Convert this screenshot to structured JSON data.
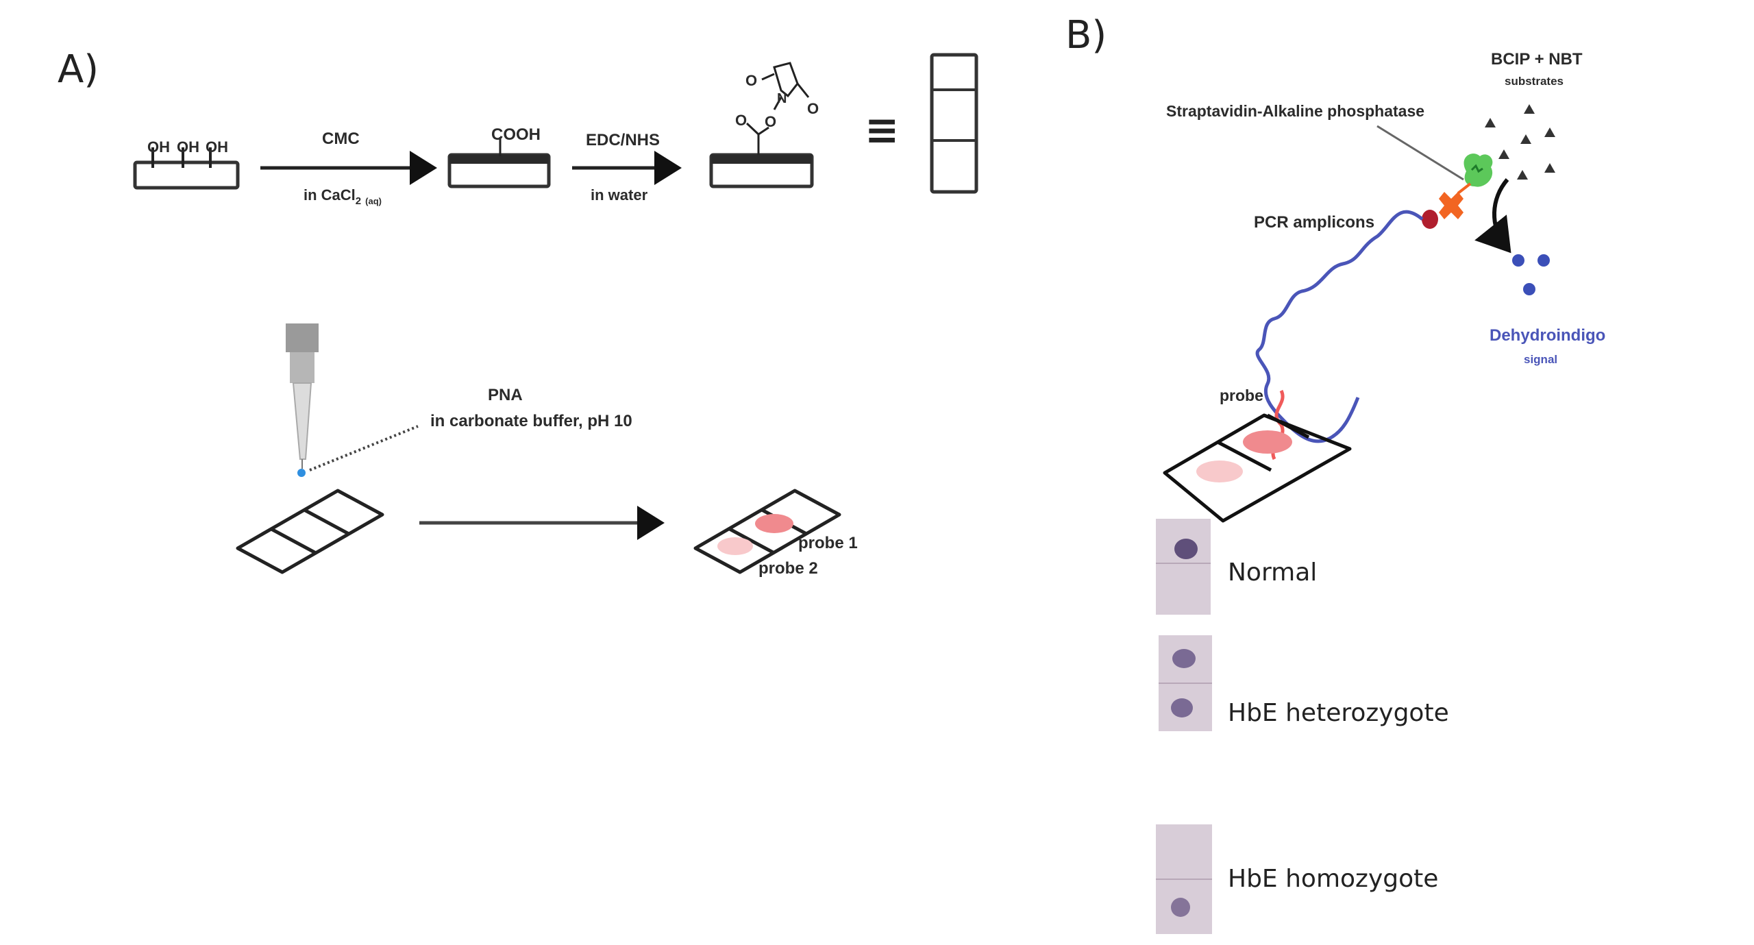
{
  "panels": {
    "a": {
      "label": "A)",
      "surface_groups": [
        "OH",
        "OH",
        "OH"
      ],
      "step1": {
        "reagent": "CMC",
        "condition": "in CaCl",
        "subscript": "2",
        "phase": "(aq)"
      },
      "carboxyl_group": "COOH",
      "step2": {
        "reagent": "EDC/NHS",
        "condition": "in water"
      },
      "nhs_atoms": {
        "o_left": "O",
        "n": "N",
        "o_right": "O",
        "o_link": "O",
        "o_carbonyl": "O"
      },
      "equivalence_symbol": "≡",
      "spotting": {
        "reagent": "PNA",
        "condition": "in carbonate buffer, pH 10"
      },
      "probes": [
        "probe 1",
        "probe 2"
      ]
    },
    "b": {
      "label": "B)",
      "substrates_title": "BCIP + NBT",
      "substrates_subtitle": "substrates",
      "enzyme_label": "Straptavidin-Alkaline phosphatase",
      "amplicon_label": "PCR amplicons",
      "probe_label": "probe",
      "product_title": "Dehydroindigo",
      "product_subtitle": "signal",
      "results": [
        {
          "genotype": "Normal",
          "probe1_spot": true,
          "probe2_spot": false
        },
        {
          "genotype": "HbE heterozygote",
          "probe1_spot": true,
          "probe2_spot": true
        },
        {
          "genotype": "HbE homozygote",
          "probe1_spot": false,
          "probe2_spot": true
        }
      ]
    }
  },
  "colors": {
    "ink": "#222222",
    "probe1_pink": "#f08a8e",
    "probe2_pink": "#f8c9cb",
    "dna_blue": "#4a55b8",
    "dna_red": "#f05a5a",
    "enzyme_green": "#5cc85a",
    "streptavidin_orange": "#f26522",
    "biotin_red": "#b01e2e",
    "signal_blue": "#3b4fb8",
    "membrane": "#d8cdd8",
    "dot": "#6e5a86",
    "tip_blue": "#2f8fe0"
  }
}
